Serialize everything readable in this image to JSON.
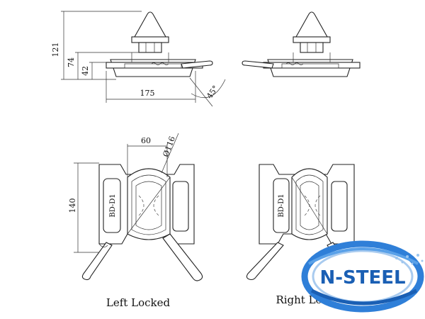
{
  "dimensions": {
    "height_total": "121",
    "height_mid": "74",
    "height_low": "42",
    "width_base": "175",
    "angle": "45°",
    "width_top": "60",
    "diameter": "Ø116",
    "length_side": "140"
  },
  "body_label": "BD-D1",
  "captions": {
    "left": "Left Locked",
    "right": "Right Locked"
  },
  "logo": {
    "text": "N-STEEL",
    "color": "#1a5fb4"
  }
}
